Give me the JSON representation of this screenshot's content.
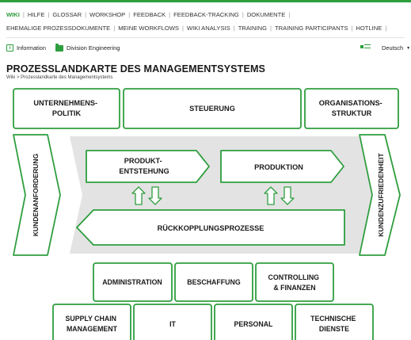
{
  "nav": {
    "row1": [
      "WIKI",
      "HILFE",
      "GLOSSAR",
      "WORKSHOP",
      "FEEDBACK",
      "FEEDBACK-TRACKING",
      "DOKUMENTE"
    ],
    "row2": [
      "EHEMALIGE PROZESSDOKUMENTE",
      "MEINE WORKFLOWS",
      "WIKI ANALYSIS",
      "TRAINING",
      "TRAINING PARTICIPANTS",
      "HOTLINE"
    ],
    "active": "WIKI"
  },
  "toolbar": {
    "info_label": "Information",
    "division_label": "Division Engineering",
    "language_label": "Deutsch",
    "info_icon": "info-icon",
    "division_icon": "folder-icon",
    "view_icon": "list-view-icon",
    "language_icon": "chevron-down-icon"
  },
  "page": {
    "title": "PROZESSLANDKARTE DES MANAGEMENTSYSTEMS",
    "breadcrumb": "Wiki > Prozesslandkarte des Managementsystems"
  },
  "map": {
    "top": {
      "left": [
        "UNTERNEHMENS-",
        "POLITIK"
      ],
      "center": [
        "STEUERUNG"
      ],
      "right": [
        "ORGANISATIONS-",
        "STRUKTUR"
      ]
    },
    "side_left": "KUNDENANFORDERUNG",
    "side_right": "KUNDENZUFRIEDENHEIT",
    "core": {
      "arrow1": [
        "PRODUKT-",
        "ENTSTEHUNG"
      ],
      "arrow2": [
        "PRODUKTION"
      ],
      "feedback": [
        "RÜCKKOPPLUNGSPROZESSE"
      ]
    },
    "support_row1": [
      [
        "ADMINISTRATION"
      ],
      [
        "BESCHAFFUNG"
      ],
      [
        "CONTROLLING",
        "& FINANZEN"
      ]
    ],
    "support_row2": [
      [
        "SUPPLY CHAIN",
        "MANAGEMENT"
      ],
      [
        "IT"
      ],
      [
        "PERSONAL"
      ],
      [
        "TECHNISCHE",
        "DIENSTE"
      ]
    ]
  },
  "colors": {
    "accent": "#2e9e3e",
    "core_background": "#e3e3e3",
    "text": "#1a1a1a"
  }
}
